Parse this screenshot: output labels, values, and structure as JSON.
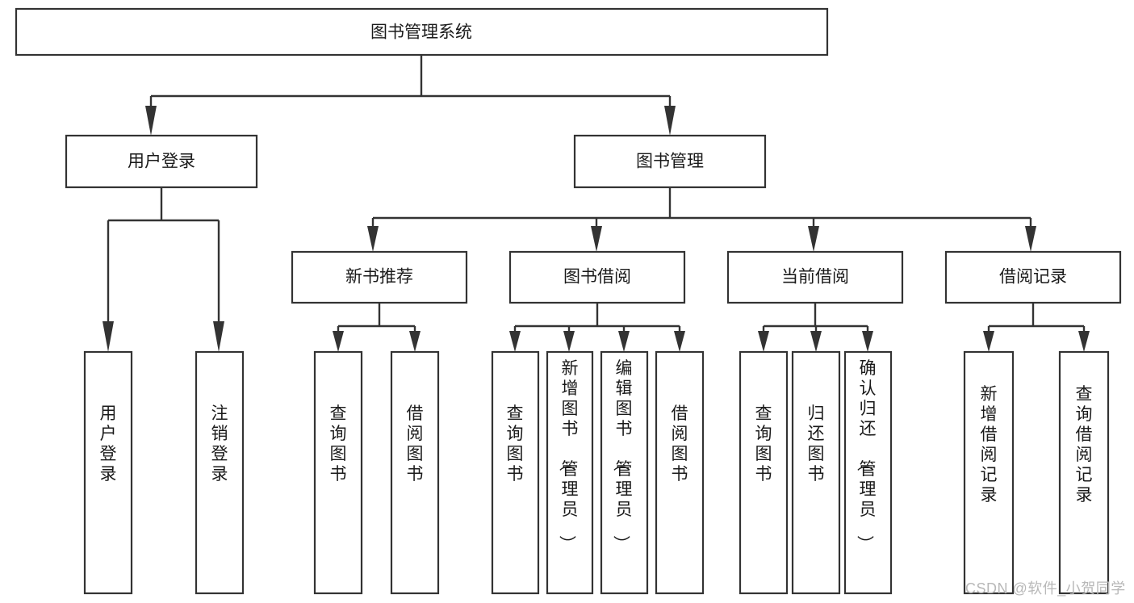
{
  "diagram": {
    "type": "tree",
    "title": "图书管理系统",
    "orientation": "top-down",
    "watermark": "CSDN @软件_小贺同学",
    "colors": {
      "background": "#ffffff",
      "box_stroke": "#333333",
      "box_fill": "#ffffff",
      "text": "#1a1a1a",
      "edge": "#333333",
      "watermark": "#b8b8b8"
    },
    "nodes": {
      "root": {
        "label": "图书管理系统",
        "level": 0,
        "orientation": "horizontal"
      },
      "l1": [
        {
          "id": "user_login",
          "label": "用户登录",
          "orientation": "horizontal"
        },
        {
          "id": "book_manage",
          "label": "图书管理",
          "orientation": "horizontal"
        }
      ],
      "l2": [
        {
          "id": "new_book_rec",
          "label": "新书推荐",
          "parent": "book_manage",
          "orientation": "horizontal"
        },
        {
          "id": "book_borrow",
          "label": "图书借阅",
          "parent": "book_manage",
          "orientation": "horizontal"
        },
        {
          "id": "current_borrow",
          "label": "当前借阅",
          "parent": "book_manage",
          "orientation": "horizontal"
        },
        {
          "id": "borrow_record",
          "label": "借阅记录",
          "parent": "book_manage",
          "orientation": "horizontal"
        }
      ],
      "leaves": [
        {
          "id": "leaf_user_login",
          "label": "用户登录",
          "parent": "user_login",
          "orientation": "vertical"
        },
        {
          "id": "leaf_logout",
          "label": "注销登录",
          "parent": "user_login",
          "orientation": "vertical"
        },
        {
          "id": "leaf_query_book_1",
          "label": "查询图书",
          "parent": "new_book_rec",
          "orientation": "vertical"
        },
        {
          "id": "leaf_borrow_book_1",
          "label": "借阅图书",
          "parent": "new_book_rec",
          "orientation": "vertical"
        },
        {
          "id": "leaf_query_book_2",
          "label": "查询图书",
          "parent": "book_borrow",
          "orientation": "vertical"
        },
        {
          "id": "leaf_add_book",
          "label": "新增图书（管理员）",
          "parent": "book_borrow",
          "orientation": "vertical"
        },
        {
          "id": "leaf_edit_book",
          "label": "编辑图书（管理员）",
          "parent": "book_borrow",
          "orientation": "vertical"
        },
        {
          "id": "leaf_borrow_book_2",
          "label": "借阅图书",
          "parent": "book_borrow",
          "orientation": "vertical"
        },
        {
          "id": "leaf_query_book_3",
          "label": "查询图书",
          "parent": "current_borrow",
          "orientation": "vertical"
        },
        {
          "id": "leaf_return_book",
          "label": "归还图书",
          "parent": "current_borrow",
          "orientation": "vertical"
        },
        {
          "id": "leaf_confirm_return",
          "label": "确认归还（管理员）",
          "parent": "current_borrow",
          "orientation": "vertical"
        },
        {
          "id": "leaf_add_record",
          "label": "新增借阅记录",
          "parent": "borrow_record",
          "orientation": "vertical"
        },
        {
          "id": "leaf_query_record",
          "label": "查询借阅记录",
          "parent": "borrow_record",
          "orientation": "vertical"
        }
      ]
    }
  }
}
